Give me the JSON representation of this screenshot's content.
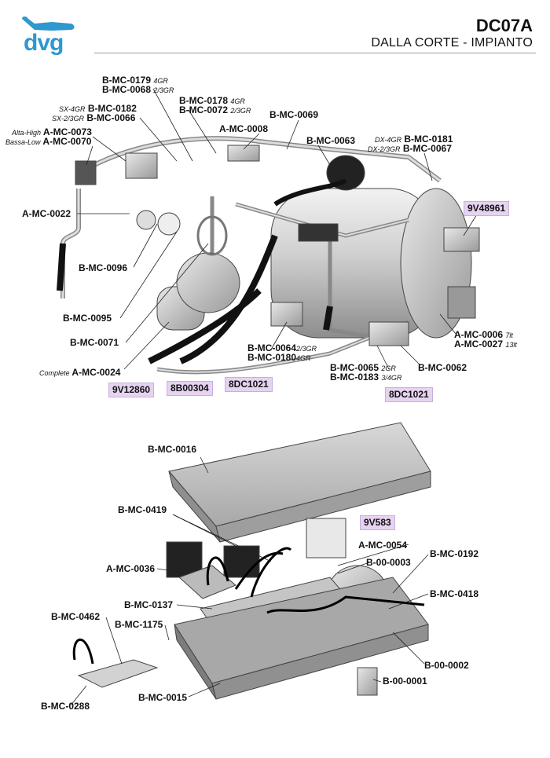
{
  "header": {
    "logo_text": "dvg",
    "model": "DC07A",
    "subtitle": "DALLA CORTE - IMPIANTO"
  },
  "colors": {
    "logo_blue": "#2f98cf",
    "tag_fill": "#e6d3f1",
    "part_gray": "#bdbdbd"
  },
  "top_labels": {
    "b0179": {
      "code": "B-MC-0179",
      "note": "4GR"
    },
    "b0068": {
      "code": "B-MC-0068",
      "note": "2/3GR"
    },
    "b0178": {
      "code": "B-MC-0178",
      "note": "4GR"
    },
    "b0072": {
      "code": "B-MC-0072",
      "note": "2/3GR"
    },
    "b0182": {
      "prefix": "SX-4GR",
      "code": "B-MC-0182"
    },
    "b0066": {
      "prefix": "SX-2/3GR",
      "code": "B-MC-0066"
    },
    "b0069": {
      "code": "B-MC-0069"
    },
    "a0008": {
      "code": "A-MC-0008"
    },
    "a0073": {
      "prefix": "Alta-High",
      "code": "A-MC-0073"
    },
    "a0070": {
      "prefix": "Bassa-Low",
      "code": "A-MC-0070"
    },
    "b0063": {
      "code": "B-MC-0063"
    },
    "b0181": {
      "prefix": "DX-4GR",
      "code": "B-MC-0181"
    },
    "b0067": {
      "prefix": "DX-2/3GR",
      "code": "B-MC-0067"
    },
    "a0022": {
      "code": "A-MC-0022"
    },
    "b0096": {
      "code": "B-MC-0096"
    },
    "b0095": {
      "code": "B-MC-0095"
    },
    "b0071": {
      "code": "B-MC-0071"
    },
    "a0024": {
      "prefix": "Complete",
      "code": "A-MC-0024"
    },
    "b0064": {
      "code": "B-MC-0064",
      "note": "2/3GR"
    },
    "b0180": {
      "code": "B-MC-0180",
      "note": "4GR"
    },
    "b0065": {
      "code": "B-MC-0065",
      "note": "2GR"
    },
    "b0183": {
      "code": "B-MC-0183",
      "note": "3/4GR"
    },
    "b0062": {
      "code": "B-MC-0062"
    },
    "a0006": {
      "code": "A-MC-0006",
      "note": "7lt"
    },
    "a0027": {
      "code": "A-MC-0027",
      "note": "13lt"
    }
  },
  "top_tags": {
    "t9v48961": "9V48961",
    "t9v12860": "9V12860",
    "t8b00304": "8B00304",
    "t8dc1021a": "8DC1021",
    "t8dc1021b": "8DC1021"
  },
  "bottom_labels": {
    "b0016": "B-MC-0016",
    "b0419": "B-MC-0419",
    "a0054": "A-MC-0054",
    "b000003": "B-00-0003",
    "b0192": "B-MC-0192",
    "a0036": "A-MC-0036",
    "b0418": "B-MC-0418",
    "b0137": "B-MC-0137",
    "b0462": "B-MC-0462",
    "b1175": "B-MC-1175",
    "b000002": "B-00-0002",
    "b000001": "B-00-0001",
    "b0015": "B-MC-0015",
    "b0288": "B-MC-0288"
  },
  "bottom_tags": {
    "t9v583": "9V583"
  }
}
